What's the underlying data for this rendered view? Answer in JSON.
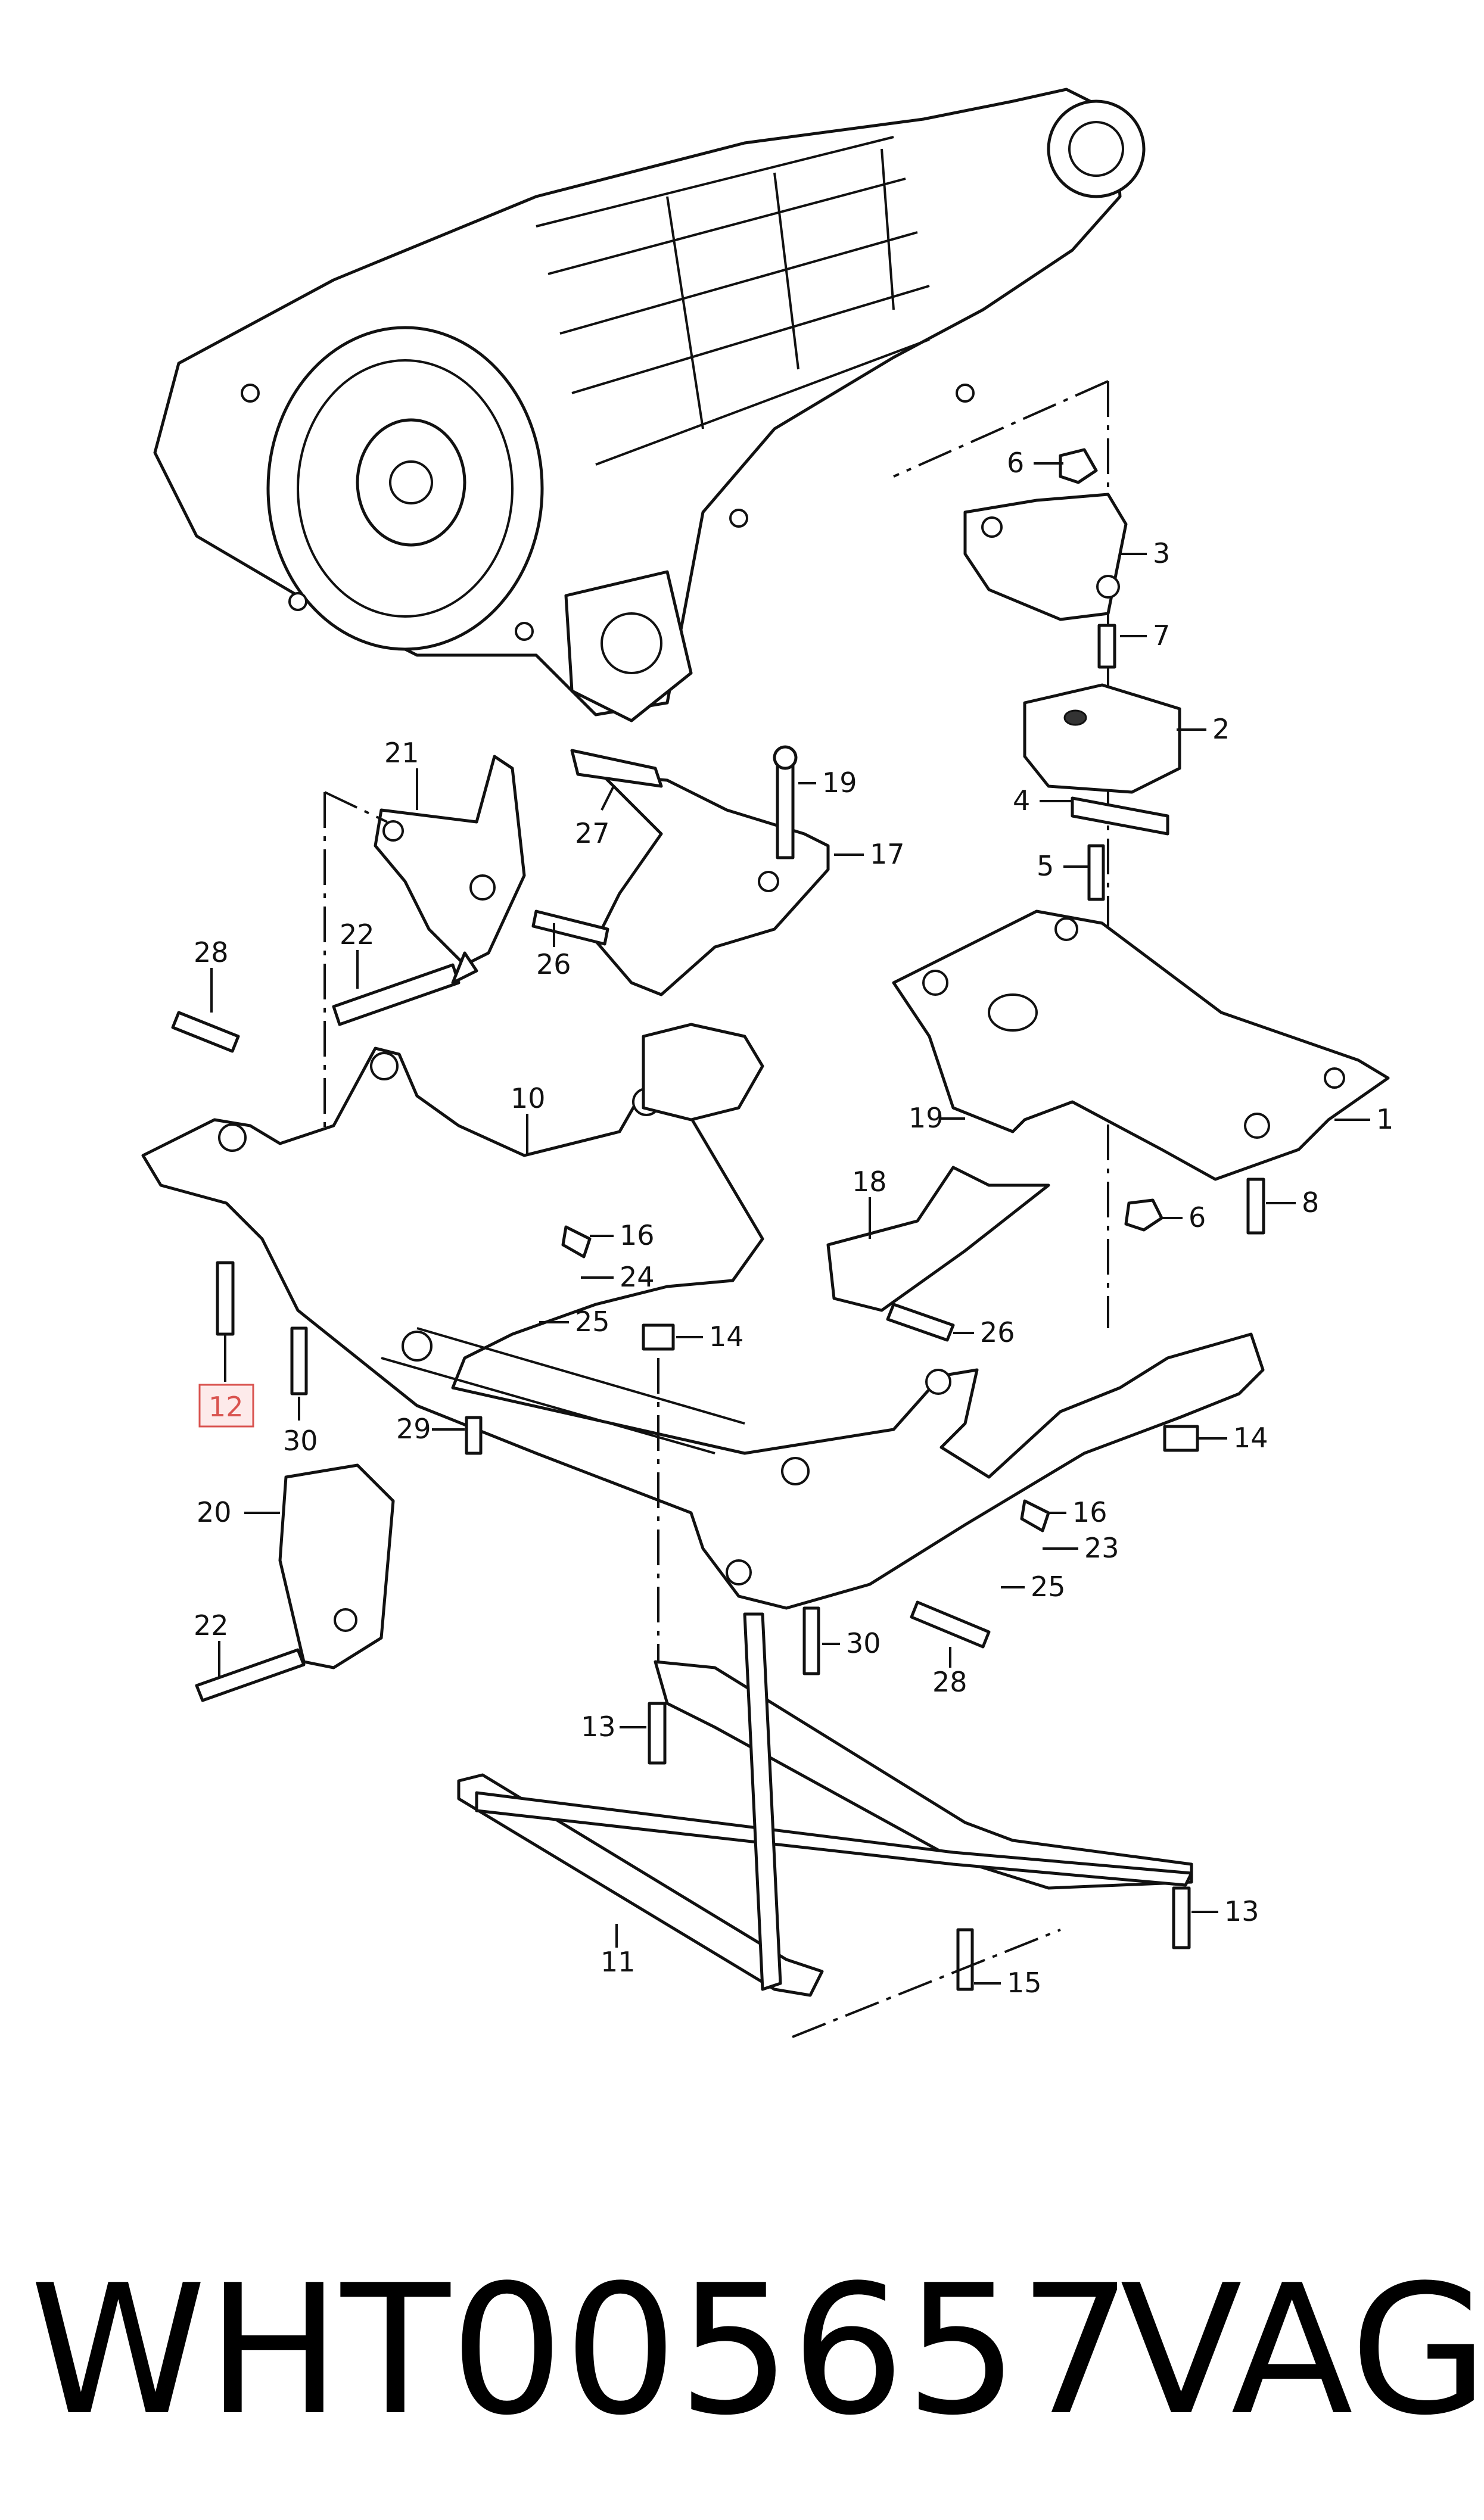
{
  "callouts": [
    {
      "id": "c6a",
      "text": "6"
    },
    {
      "id": "c3",
      "text": "3"
    },
    {
      "id": "c7",
      "text": "7"
    },
    {
      "id": "c2",
      "text": "2"
    },
    {
      "id": "c4",
      "text": "4"
    },
    {
      "id": "c5",
      "text": "5"
    },
    {
      "id": "c21",
      "text": "21"
    },
    {
      "id": "c19a",
      "text": "19"
    },
    {
      "id": "c27",
      "text": "27"
    },
    {
      "id": "c17",
      "text": "17"
    },
    {
      "id": "c22a",
      "text": "22"
    },
    {
      "id": "c26a",
      "text": "26"
    },
    {
      "id": "c28a",
      "text": "28"
    },
    {
      "id": "c10",
      "text": "10"
    },
    {
      "id": "c1",
      "text": "1"
    },
    {
      "id": "c19b",
      "text": "19"
    },
    {
      "id": "c6b",
      "text": "6"
    },
    {
      "id": "c8",
      "text": "8"
    },
    {
      "id": "c18",
      "text": "18"
    },
    {
      "id": "c16a",
      "text": "16"
    },
    {
      "id": "c24",
      "text": "24"
    },
    {
      "id": "c25a",
      "text": "25"
    },
    {
      "id": "c14a",
      "text": "14"
    },
    {
      "id": "c26b",
      "text": "26"
    },
    {
      "id": "c12",
      "text": "12"
    },
    {
      "id": "c30a",
      "text": "30"
    },
    {
      "id": "c29",
      "text": "29"
    },
    {
      "id": "c14b",
      "text": "14"
    },
    {
      "id": "c20",
      "text": "20"
    },
    {
      "id": "c16b",
      "text": "16"
    },
    {
      "id": "c23",
      "text": "23"
    },
    {
      "id": "c25b",
      "text": "25"
    },
    {
      "id": "c22b",
      "text": "22"
    },
    {
      "id": "c30b",
      "text": "30"
    },
    {
      "id": "c28b",
      "text": "28"
    },
    {
      "id": "c13a",
      "text": "13"
    },
    {
      "id": "c13b",
      "text": "13"
    },
    {
      "id": "c11",
      "text": "11"
    },
    {
      "id": "c15",
      "text": "15"
    }
  ],
  "part_number": "WHT005657",
  "brand": "VAG",
  "highlight_color": "#d9534f"
}
